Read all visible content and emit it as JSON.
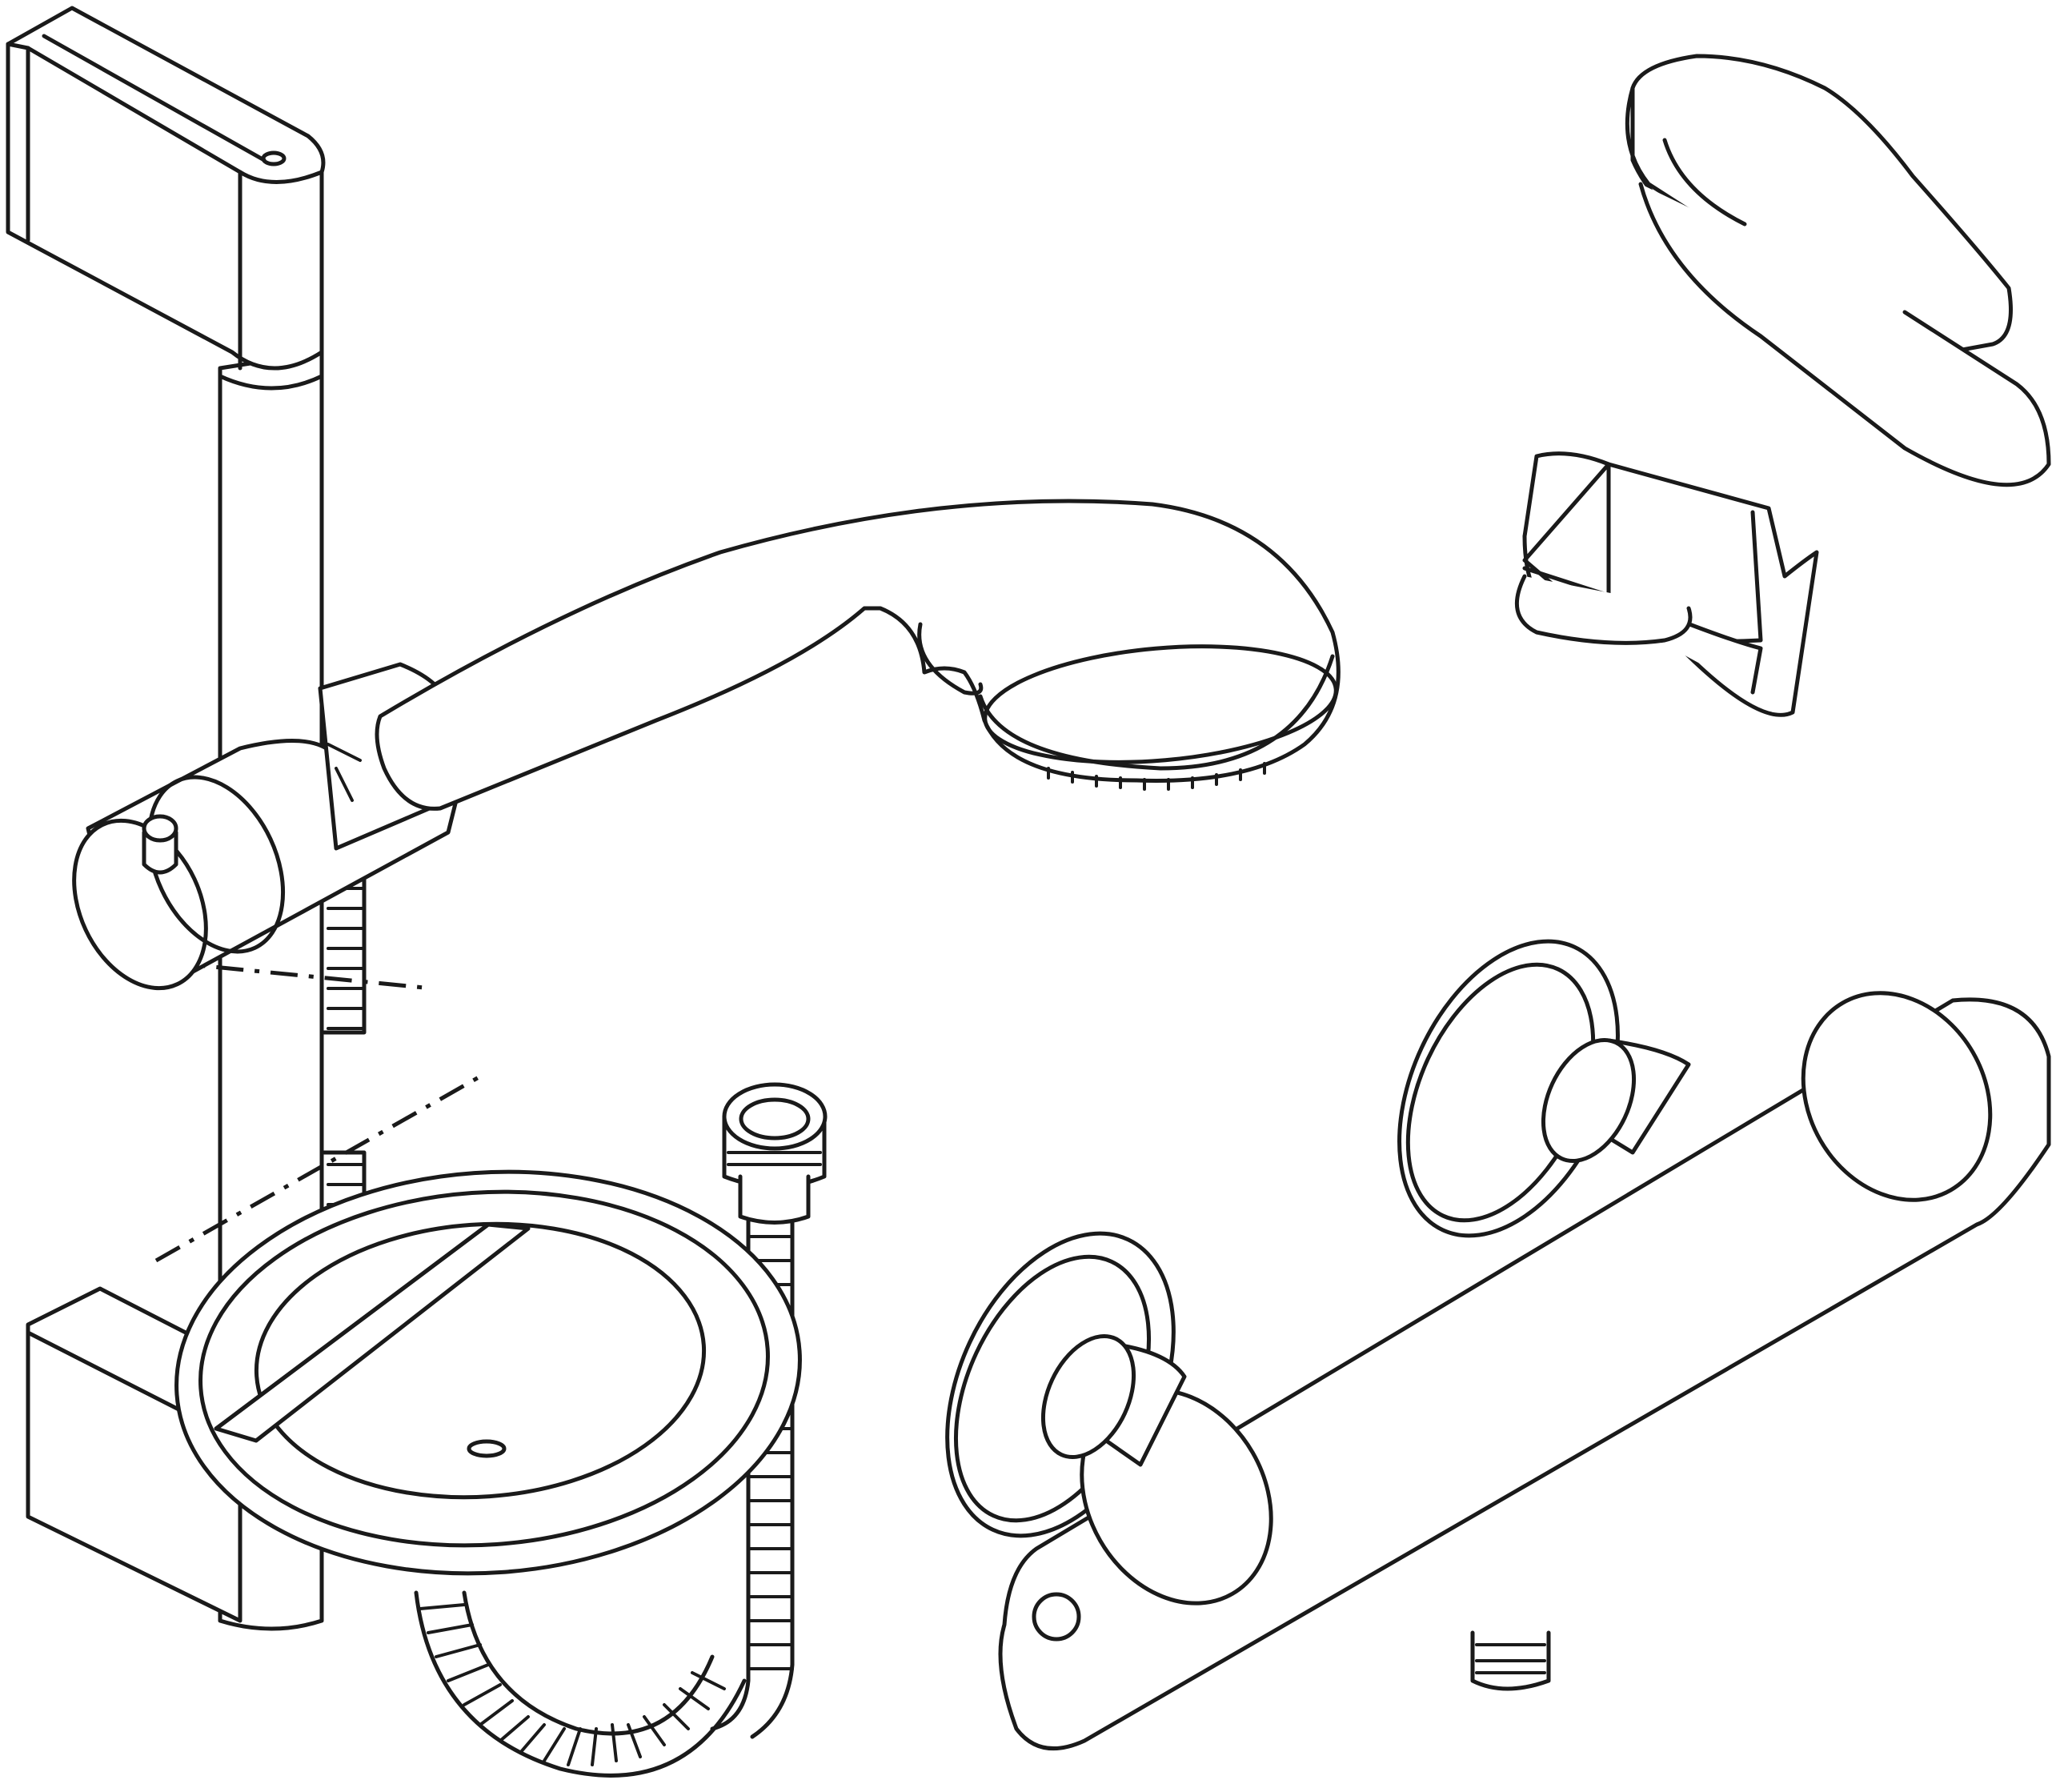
{
  "figure": {
    "type": "technical line drawing",
    "colors": {
      "stroke": "#1a1a1a",
      "background": "#ffffff"
    },
    "components": [
      "shower-rail-top-bracket",
      "shower-rail",
      "slider-holder",
      "hand-shower",
      "shower-hose",
      "hose-nut",
      "soap-dish",
      "basin-mixer",
      "thermostatic-shower-mixer"
    ]
  }
}
